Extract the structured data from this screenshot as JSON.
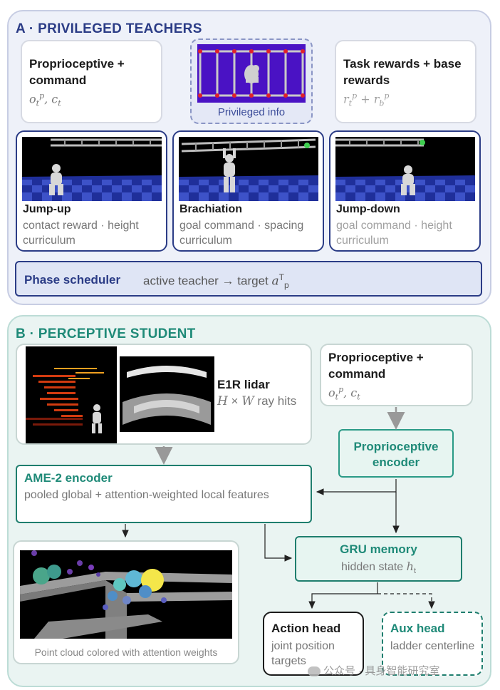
{
  "panel_a": {
    "title": "A · PRIVILEGED TEACHERS",
    "inputs": {
      "proprio_title": "Proprioceptive + command",
      "proprio_formula": "otp, ct",
      "privileged_caption": "Privileged info",
      "rewards_title": "Task rewards + base rewards",
      "rewards_formula": "rtp + rbp"
    },
    "teachers": [
      {
        "name": "Jump-up",
        "desc": "contact reward · height curriculum"
      },
      {
        "name": "Brachiation",
        "desc": "goal command · spacing curriculum"
      },
      {
        "name": "Jump-down",
        "desc": "goal command · height curriculum"
      }
    ],
    "scheduler": {
      "label": "Phase scheduler",
      "desc": "active teacher → target aTp"
    }
  },
  "panel_b": {
    "title": "B · PERCEPTIVE STUDENT",
    "lidar": {
      "title": "E1R lidar",
      "desc": "H × W ray hits"
    },
    "proprio": {
      "title": "Proprioceptive + command",
      "formula": "otp, ct"
    },
    "proprio_encoder": "Proprioceptive encoder",
    "ame_encoder": {
      "title": "AME-2 encoder",
      "desc": "pooled global + attention-weighted local features"
    },
    "gru": {
      "title": "GRU memory",
      "desc": "hidden state ht"
    },
    "point_cloud_caption": "Point cloud colored with attention weights",
    "action_head": {
      "title": "Action head",
      "desc": "joint position targets"
    },
    "aux_head": {
      "title": "Aux head",
      "desc": "ladder centerline"
    }
  },
  "watermark": "公众号 · 具身智能研究室",
  "colors": {
    "navy": "#2b3c86",
    "teal": "#1f8a78",
    "panel_a_bg": "#eef1f9",
    "panel_b_bg": "#eaf4f2",
    "privileged_bg": "#4a12c4"
  }
}
